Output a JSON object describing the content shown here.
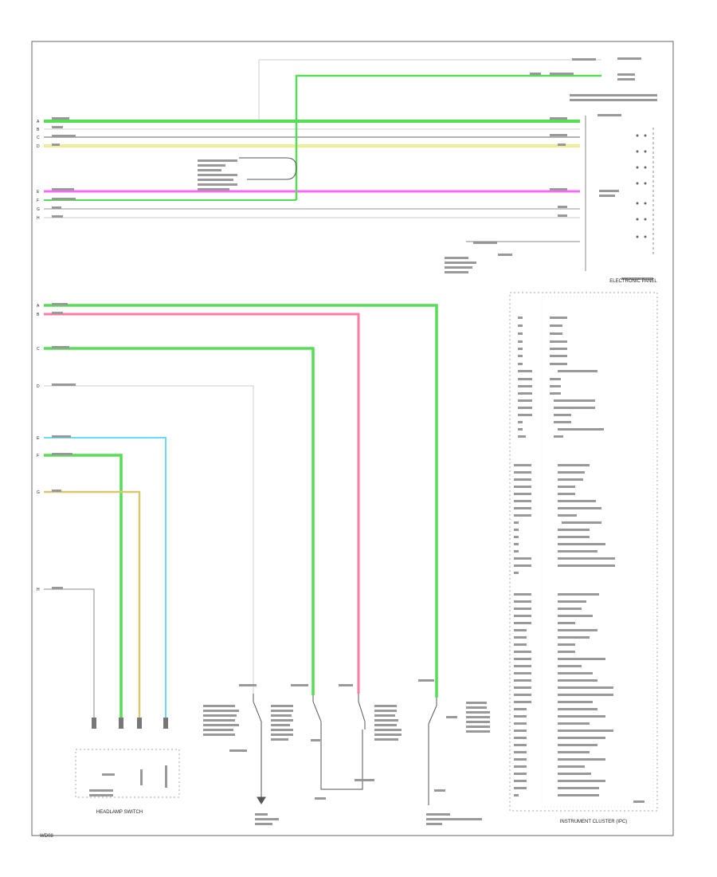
{
  "labels": {
    "headlamp_switch": "HEADLAMP SWITCH",
    "instrument_cluster": "INSTRUMENT CLUSTER (IPC)",
    "electronic_panel": "ELECTRONIC PANEL",
    "page_number": "WD08"
  },
  "colors": {
    "light_green": "#55dd55",
    "pink": "#ff7ba0",
    "magenta": "#ff66ff",
    "light_blue": "#66ddff",
    "yellow": "#eeee99",
    "tan": "#d8c870",
    "gray": "#bbbbbb",
    "black": "#333333"
  }
}
